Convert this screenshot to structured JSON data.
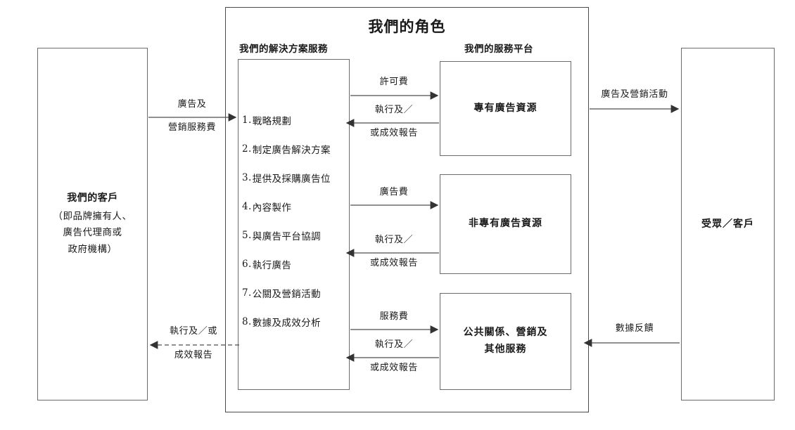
{
  "diagram": {
    "title": "我們的角色",
    "column_headings": {
      "solutions": "我們的解決方案服務",
      "platforms": "我們的服務平台"
    }
  },
  "client_box": {
    "name": "我們的客戶",
    "detail_line1": "（即品牌擁有人、",
    "detail_line2": "廣告代理商或",
    "detail_line3": "政府機構）"
  },
  "solution_services": [
    {
      "num": "1.",
      "label": "戰略規劃"
    },
    {
      "num": "2.",
      "label": "制定廣告解決方案"
    },
    {
      "num": "3.",
      "label": "提供及採購廣告位"
    },
    {
      "num": "4.",
      "label": "內容製作"
    },
    {
      "num": "5.",
      "label": "與廣告平台協調"
    },
    {
      "num": "6.",
      "label": "執行廣告"
    },
    {
      "num": "7.",
      "label": "公關及營銷活動"
    },
    {
      "num": "8.",
      "label": "數據及成效分析"
    }
  ],
  "platforms": [
    {
      "label": "專有廣告資源"
    },
    {
      "label": "非專有廣告資源"
    },
    {
      "label_line1": "公共關係、營銷及",
      "label_line2": "其他服務"
    }
  ],
  "audience_box": {
    "label": "受眾／客戶"
  },
  "flows": {
    "client_to_center_top": {
      "line1": "廣告及",
      "line2": "營銷服務費"
    },
    "center_to_client_bottom": {
      "line1": "執行及／或",
      "line2": "成效報告"
    },
    "center_to_platform1": {
      "line1": "許可費"
    },
    "platform1_to_center": {
      "line1": "執行及／",
      "line2": "或成效報告"
    },
    "center_to_platform2": {
      "line1": "廣告費"
    },
    "platform2_to_center": {
      "line1": "執行及／",
      "line2": "或成效報告"
    },
    "center_to_platform3": {
      "line1": "服務費"
    },
    "platform3_to_center": {
      "line1": "執行及／",
      "line2": "或成效報告"
    },
    "center_to_audience_top": {
      "line1": "廣告及營銷活動"
    },
    "audience_to_center_bottom": {
      "line1": "數據反饋"
    }
  },
  "colors": {
    "stroke": "#6b6b6b",
    "outer_stroke": "#4a4a4a",
    "arrow": "#4d4d4d",
    "text": "#1a1a1a",
    "background": "#ffffff"
  }
}
